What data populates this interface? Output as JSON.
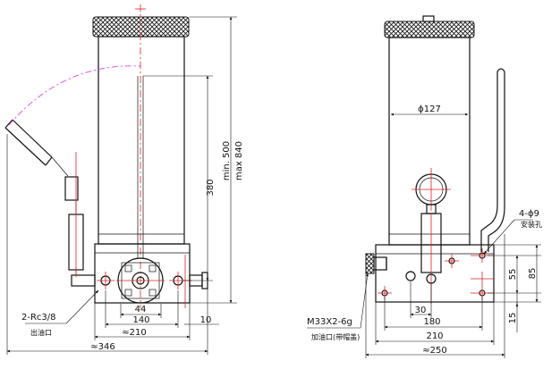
{
  "front_view": {
    "dims": {
      "d44": "44",
      "d140": "140",
      "d210": "≈210",
      "d346": "≈346",
      "d10": "10",
      "d380": "380",
      "dmin": "min. 500",
      "dmax": "max 840"
    },
    "callouts": {
      "rc_label": "2-Rc3/8",
      "rc_sub": "出油口"
    }
  },
  "side_view": {
    "dims": {
      "phi127": "ϕ127",
      "d30": "30",
      "d180": "180",
      "d210": "210",
      "d250": "≈250",
      "d55": "55",
      "d85": "85",
      "d15": "15"
    },
    "callouts": {
      "hole_label": "4-ϕ9",
      "hole_sub": "安装孔",
      "fill_label": "M33X2-6g",
      "fill_sub": "加油口(带帽盖)"
    }
  }
}
